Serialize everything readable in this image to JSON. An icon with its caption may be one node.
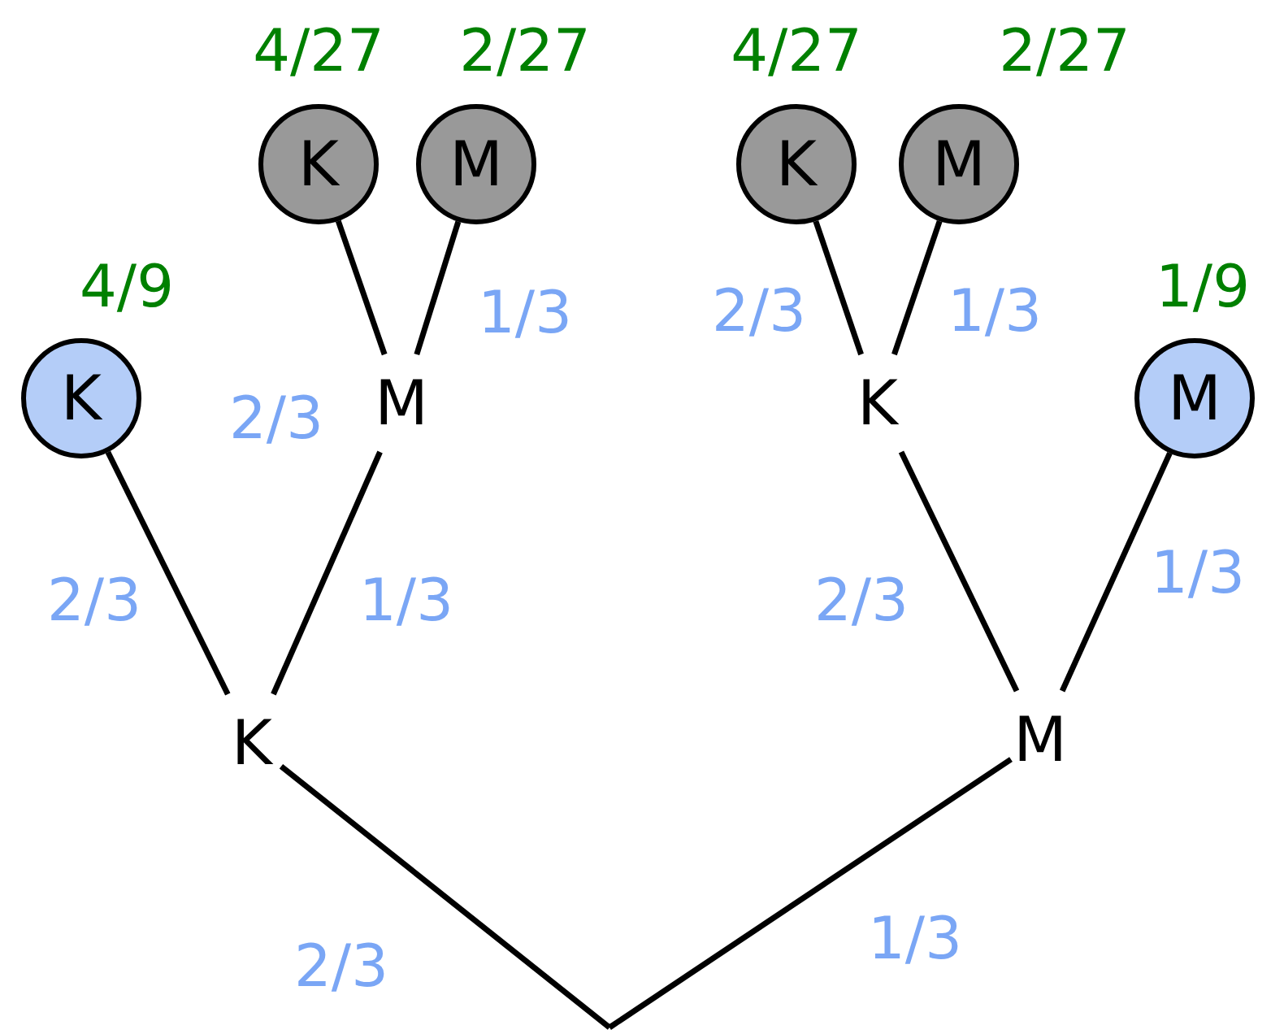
{
  "diagram": {
    "nodes": [
      {
        "text": [
          "K"
        ]
      },
      {
        "text": [
          "M"
        ]
      },
      {
        "text": [
          "K"
        ],
        "beside": [
          "4/9"
        ]
      },
      {
        "text": [
          "M"
        ]
      },
      {
        "text": [
          "K"
        ],
        "beside": [
          "4/27"
        ]
      },
      {
        "text": [
          "M"
        ],
        "beside": [
          "2/27"
        ]
      },
      {
        "text": [
          "K"
        ]
      },
      {
        "text": [
          "M"
        ],
        "beside": [
          "1/9"
        ]
      },
      {
        "text": [
          "K"
        ],
        "beside": [
          "4/27"
        ]
      },
      {
        "text": [
          "M"
        ],
        "beside": [
          "2/27"
        ]
      }
    ],
    "edges": [
      {
        "from": null,
        "to": 0,
        "arrow": "none",
        "label": "2/3"
      },
      {
        "from": null,
        "to": 1,
        "arrow": "none",
        "label": "1/3"
      },
      {
        "from": 0,
        "to": 2,
        "arrow": "none",
        "label": "2/3"
      },
      {
        "from": 0,
        "to": 3,
        "arrow": "none",
        "label": "1/3"
      },
      {
        "from": 3,
        "to": 4,
        "arrow": "none",
        "label": "2/3"
      },
      {
        "from": 3,
        "to": 5,
        "arrow": "none",
        "label": "1/3"
      },
      {
        "from": 1,
        "to": 6,
        "arrow": "none",
        "label": "2/3"
      },
      {
        "from": 1,
        "to": 7,
        "arrow": "none",
        "label": "1/3"
      },
      {
        "from": 6,
        "to": 8,
        "arrow": "none",
        "label": "2/3"
      },
      {
        "from": 6,
        "to": 9,
        "arrow": "none",
        "label": "1/3"
      }
    ]
  }
}
